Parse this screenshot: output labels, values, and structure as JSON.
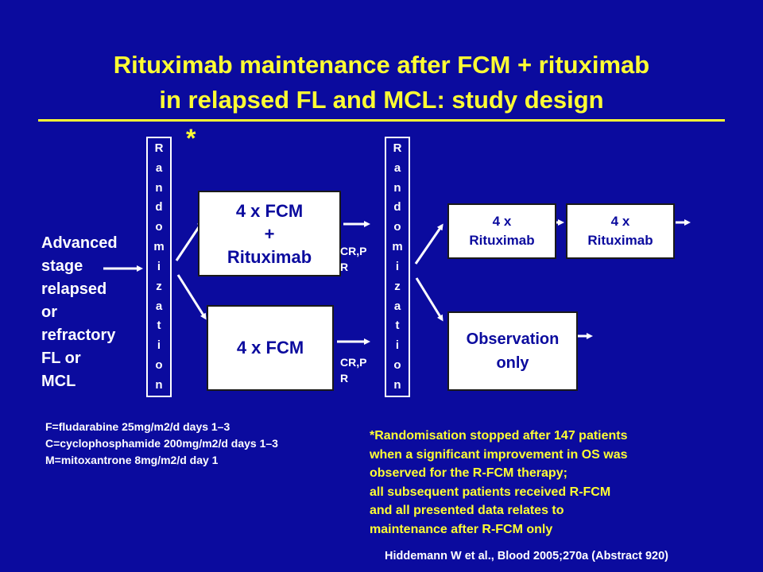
{
  "title": {
    "line1": "Rituximab maintenance after FCM + rituximab",
    "line2": "in relapsed FL and MCL: study design"
  },
  "randomization": {
    "letters": [
      "R",
      "a",
      "n",
      "d",
      "o",
      "m",
      "i",
      "z",
      "a",
      "t",
      "i",
      "o",
      "n"
    ]
  },
  "asterisk": "*",
  "patient_population": [
    "Advanced",
    "stage",
    "relapsed",
    "or",
    "refractory",
    "FL or",
    "MCL"
  ],
  "arms": {
    "fcm_r": [
      "4 x FCM",
      "+",
      "Rituximab"
    ],
    "fcm": "4 x FCM"
  },
  "response_label_1": [
    "CR,P",
    "R"
  ],
  "response_label_2": [
    "CR,P",
    "R"
  ],
  "maintenance": {
    "rituximab_1": [
      "4 x",
      "Rituximab"
    ],
    "rituximab_2": [
      "4 x",
      "Rituximab"
    ],
    "observation": [
      "Observation",
      "only"
    ]
  },
  "legend": [
    "F=fludarabine 25mg/m2/d days 1–3",
    "C=cyclophosphamide 200mg/m2/d days 1–3",
    "M=mitoxantrone 8mg/m2/d day 1"
  ],
  "footnote": [
    "*Randomisation stopped after 147 patients",
    "when a significant improvement in OS was",
    "observed for the R-FCM therapy;",
    "all subsequent patients received R-FCM",
    "and all presented data relates to",
    "maintenance after R-FCM only"
  ],
  "citation": "Hiddemann W et al., Blood 2005;270a (Abstract 920)",
  "colors": {
    "background": "#0b0b9e",
    "title": "#ffff33",
    "text": "#ffffff"
  }
}
